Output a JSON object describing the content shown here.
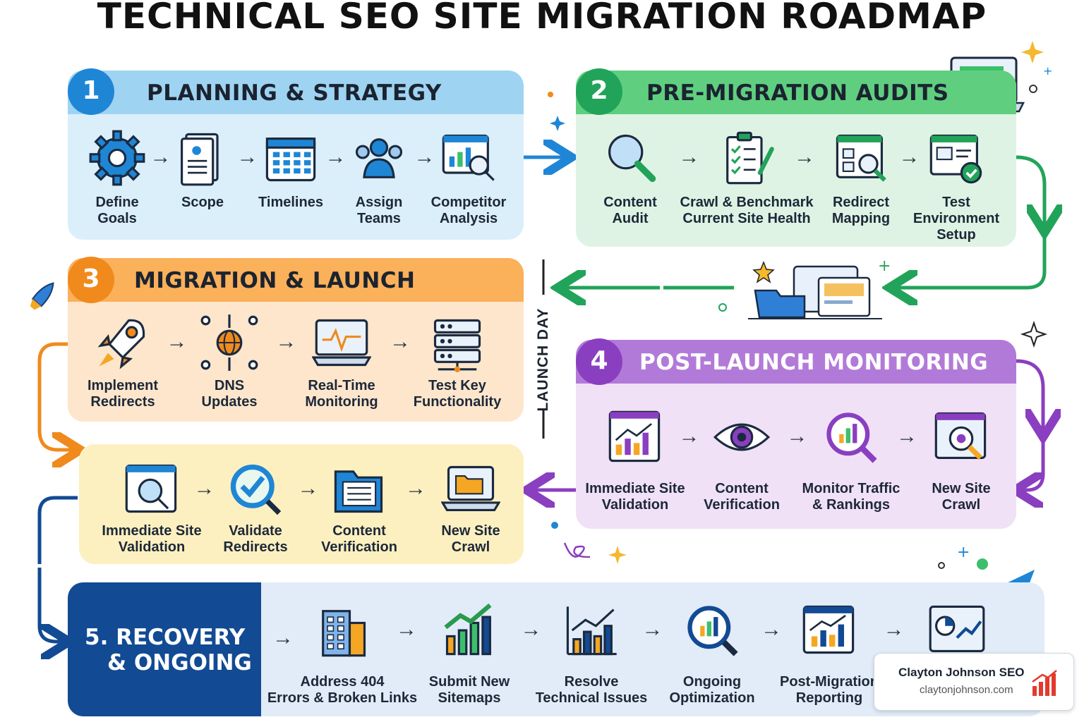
{
  "title": "TECHNICAL SEO SITE MIGRATION ROADMAP",
  "phase1": {
    "num": "1",
    "title": "PLANNING & STRATEGY",
    "color": "#1f86d6",
    "bg": "#dbeffa",
    "hdr": "#9fd3f2",
    "steps": [
      [
        "Define",
        "Goals"
      ],
      [
        "Scope"
      ],
      [
        "Timelines"
      ],
      [
        "Assign",
        "Teams"
      ],
      [
        "Competitor",
        "Analysis"
      ]
    ]
  },
  "phase2": {
    "num": "2",
    "title": "PRE-MIGRATION AUDITS",
    "color": "#22a35a",
    "bg": "#dff3e4",
    "hdr": "#5fcf7f",
    "steps": [
      [
        "Content",
        "Audit"
      ],
      [
        "Crawl & Benchmark",
        "Current Site Health"
      ],
      [
        "Redirect",
        "Mapping"
      ],
      [
        "Test",
        "Environment",
        "Setup"
      ]
    ]
  },
  "phase3": {
    "num": "3",
    "title": "MIGRATION & LAUNCH",
    "color": "#f08a1c",
    "bg": "#fde6cc",
    "hdr": "#fbb05a",
    "steps": [
      [
        "Implement",
        "Redirects"
      ],
      [
        "DNS",
        "Updates"
      ],
      [
        "Real-Time",
        "Monitoring"
      ],
      [
        "Test Key",
        "Functionality"
      ]
    ]
  },
  "launch_day": "LAUNCH DAY",
  "validation": {
    "bg": "#fdf0c0",
    "steps": [
      [
        "Immediate Site",
        "Validation"
      ],
      [
        "Validate",
        "Redirects"
      ],
      [
        "Content",
        "Verification"
      ],
      [
        "New Site",
        "Crawl"
      ]
    ]
  },
  "phase4": {
    "num": "4",
    "title": "POST-LAUNCH MONITORING",
    "color": "#8a3fc0",
    "bg": "#f0e1f7",
    "hdr": "#b27ad8",
    "steps": [
      [
        "Immediate Site",
        "Validation"
      ],
      [
        "Content",
        "Verification"
      ],
      [
        "Monitor Traffic",
        "& Rankings"
      ],
      [
        "New Site",
        "Crawl"
      ]
    ]
  },
  "phase5": {
    "title_line1": "5. RECOVERY",
    "title_line2": "& ONGOING",
    "color": "#124a93",
    "bg": "#e1ecf8",
    "steps": [
      [
        "Address 404",
        "Errors & Broken Links"
      ],
      [
        "Submit New",
        "Sitemaps"
      ],
      [
        "Resolve",
        "Technical Issues"
      ],
      [
        "Ongoing",
        "Optimization"
      ],
      [
        "Post-Migration",
        "Reporting"
      ]
    ]
  },
  "brand": {
    "name": "Clayton Johnson SEO",
    "url": "claytonjohnson.com"
  }
}
